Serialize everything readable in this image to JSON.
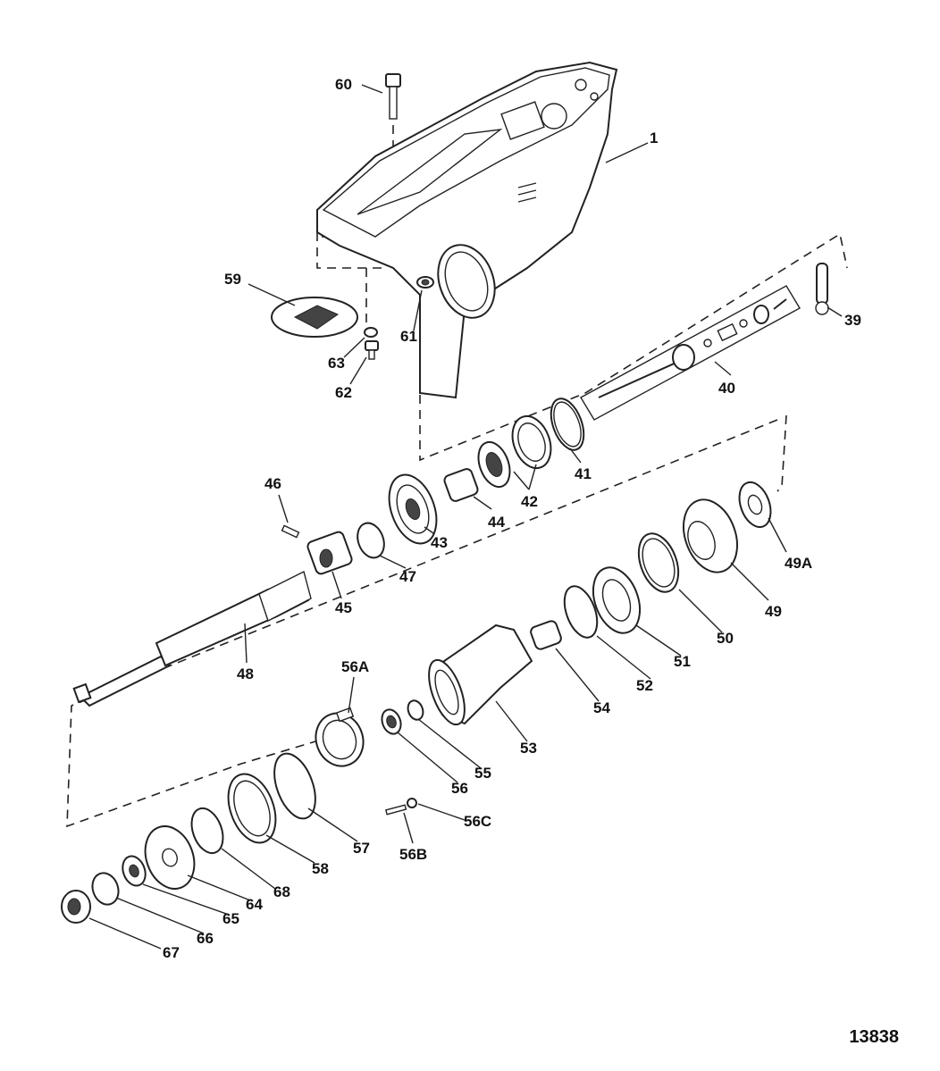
{
  "diagram": {
    "drawing_number": "13838",
    "callouts": [
      {
        "id": "c1",
        "label": "1"
      },
      {
        "id": "c39",
        "label": "39"
      },
      {
        "id": "c40",
        "label": "40"
      },
      {
        "id": "c41",
        "label": "41"
      },
      {
        "id": "c42",
        "label": "42"
      },
      {
        "id": "c43",
        "label": "43"
      },
      {
        "id": "c44",
        "label": "44"
      },
      {
        "id": "c45",
        "label": "45"
      },
      {
        "id": "c46",
        "label": "46"
      },
      {
        "id": "c47",
        "label": "47"
      },
      {
        "id": "c48",
        "label": "48"
      },
      {
        "id": "c49",
        "label": "49"
      },
      {
        "id": "c49a",
        "label": "49A"
      },
      {
        "id": "c50",
        "label": "50"
      },
      {
        "id": "c51",
        "label": "51"
      },
      {
        "id": "c52",
        "label": "52"
      },
      {
        "id": "c53",
        "label": "53"
      },
      {
        "id": "c54",
        "label": "54"
      },
      {
        "id": "c55",
        "label": "55"
      },
      {
        "id": "c56",
        "label": "56"
      },
      {
        "id": "c56a",
        "label": "56A"
      },
      {
        "id": "c56b",
        "label": "56B"
      },
      {
        "id": "c56c",
        "label": "56C"
      },
      {
        "id": "c57",
        "label": "57"
      },
      {
        "id": "c58",
        "label": "58"
      },
      {
        "id": "c59",
        "label": "59"
      },
      {
        "id": "c60",
        "label": "60"
      },
      {
        "id": "c61",
        "label": "61"
      },
      {
        "id": "c62",
        "label": "62"
      },
      {
        "id": "c63",
        "label": "63"
      },
      {
        "id": "c64",
        "label": "64"
      },
      {
        "id": "c65",
        "label": "65"
      },
      {
        "id": "c66",
        "label": "66"
      },
      {
        "id": "c67",
        "label": "67"
      },
      {
        "id": "c68",
        "label": "68"
      }
    ]
  }
}
